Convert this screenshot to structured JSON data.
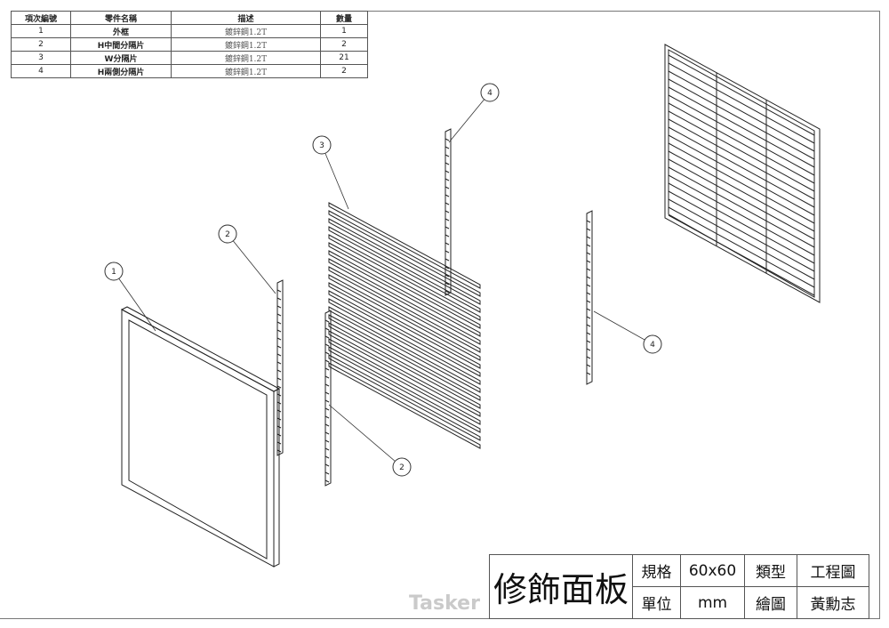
{
  "bom": {
    "headers": [
      "項次編號",
      "零件名稱",
      "描述",
      "數量"
    ],
    "rows": [
      {
        "no": "1",
        "name": "外框",
        "desc": "鍍鋅鋼1.2T",
        "qty": "1"
      },
      {
        "no": "2",
        "name": "H中間分隔片",
        "desc": "鍍鋅鋼1.2T",
        "qty": "2"
      },
      {
        "no": "3",
        "name": "W分隔片",
        "desc": "鍍鋅鋼1.2T",
        "qty": "21"
      },
      {
        "no": "4",
        "name": "H兩側分隔片",
        "desc": "鍍鋅鋼1.2T",
        "qty": "2"
      }
    ]
  },
  "balloons": [
    "1",
    "2",
    "3",
    "4",
    "2",
    "4"
  ],
  "title_block": {
    "title": "修飾面板",
    "spec_label": "規格",
    "spec_value": "60x60",
    "type_label": "類型",
    "type_value": "工程圖",
    "unit_label": "單位",
    "unit_value": "mm",
    "drawn_label": "繪圖",
    "drawn_value": "黃勳志"
  },
  "watermark": "Tasker",
  "colors": {
    "line": "#222222",
    "border": "#555555"
  }
}
